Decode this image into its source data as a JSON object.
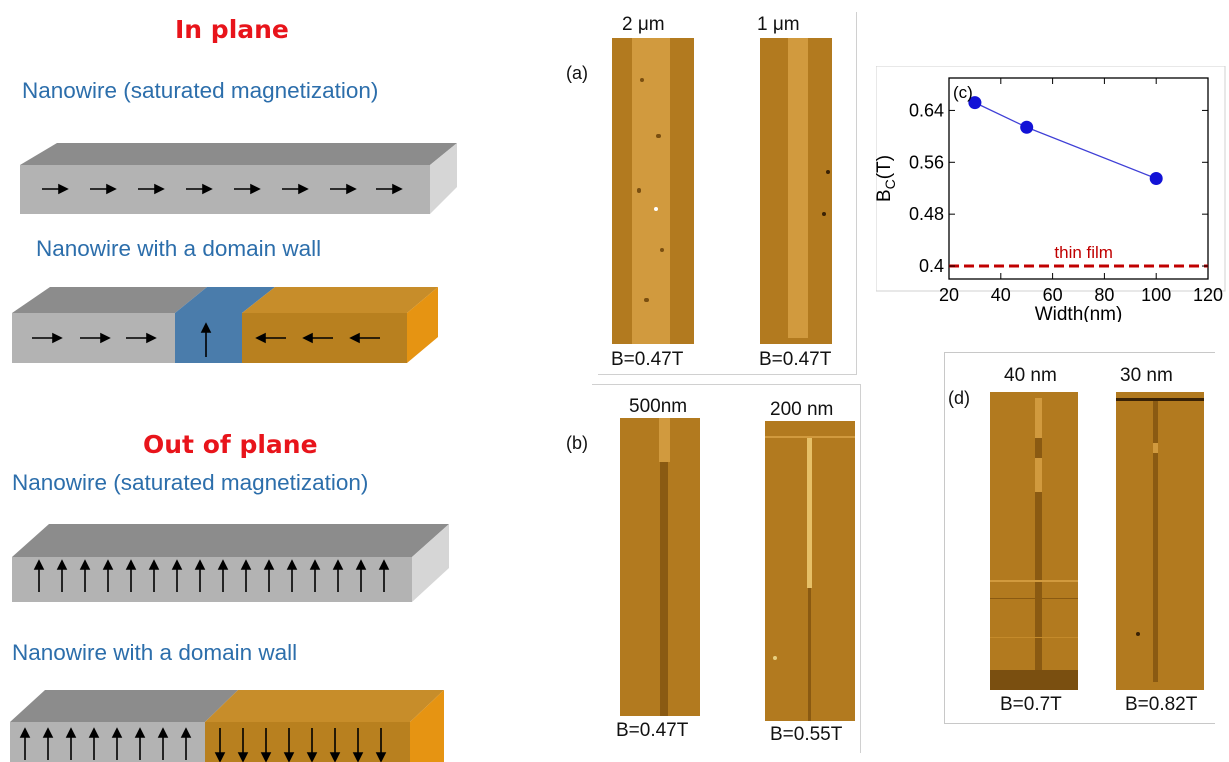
{
  "left": {
    "in_plane": {
      "heading": "In plane",
      "saturated_label": "Nanowire (saturated magnetization)",
      "domain_wall_label": "Nanowire with a domain wall"
    },
    "out_of_plane": {
      "heading": "Out of plane",
      "saturated_label": "Nanowire (saturated magnetization)",
      "domain_wall_label": "Nanowire with a domain wall"
    }
  },
  "panels": {
    "a": {
      "tag": "(a)",
      "images": [
        {
          "width_label": "2 μm",
          "field_label": "B=0.47T"
        },
        {
          "width_label": "1 μm",
          "field_label": "B=0.47T"
        }
      ]
    },
    "b": {
      "tag": "(b)",
      "images": [
        {
          "width_label": "500nm",
          "field_label": "B=0.47T"
        },
        {
          "width_label": "200 nm",
          "field_label": "B=0.55T"
        }
      ]
    },
    "d": {
      "tag": "(d)",
      "images": [
        {
          "width_label": "40 nm",
          "field_label": "B=0.7T"
        },
        {
          "width_label": "30 nm",
          "field_label": "B=0.82T"
        }
      ]
    }
  },
  "colors": {
    "title_red": "#e8141b",
    "label_blue": "#2c6eab",
    "wire_top": "#8c8c8c",
    "wire_front": "#b3b3b3",
    "wire_side": "#d6d6d6",
    "wall_blue": "#4a7cab",
    "orange_front": "#b8801f",
    "orange_top": "#c78d2a",
    "orange_side": "#e69412",
    "mfm_background": "#b27a1f",
    "mfm_wire": "#d19a3e",
    "plot_point": "#1212d6",
    "plot_line": "#3f3fd6",
    "thin_film_line": "#c00000"
  },
  "chart_data": {
    "type": "scatter",
    "panel_tag": "(c)",
    "xlabel": "Width(nm)",
    "ylabel": "B_C(T)",
    "xlim": [
      20,
      120
    ],
    "ylim": [
      0.38,
      0.69
    ],
    "xticks": [
      20,
      40,
      60,
      80,
      100,
      120
    ],
    "yticks": [
      0.4,
      0.48,
      0.56,
      0.64
    ],
    "x_tick_labels": [
      "20",
      "40",
      "60",
      "80",
      "100",
      "120"
    ],
    "y_tick_labels": [
      "0.4",
      "0.48",
      "0.56",
      "0.64"
    ],
    "series": [
      {
        "x": [
          30,
          50,
          100
        ],
        "y": [
          0.652,
          0.614,
          0.535
        ]
      }
    ],
    "reference_line": {
      "label": "thin film",
      "y": 0.4,
      "style": "dashed"
    },
    "grid": false
  }
}
